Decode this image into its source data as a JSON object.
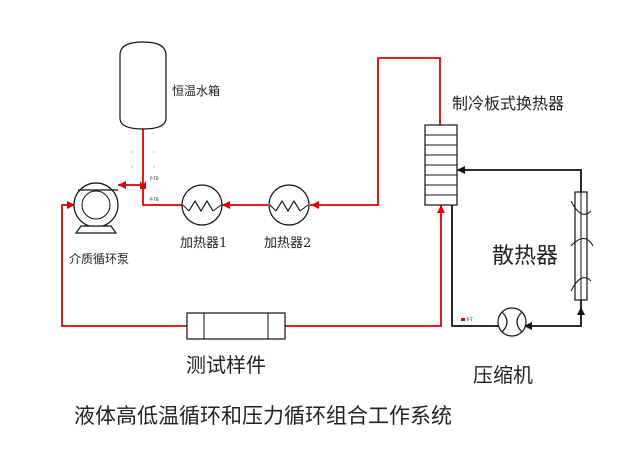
{
  "labels": {
    "tank": "恒温水箱",
    "plate_hx": "制冷板式换热器",
    "pump": "介质循环泵",
    "heater1": "加热器1",
    "heater2": "加热器2",
    "test_piece": "测试样件",
    "radiator": "散热器",
    "compressor": "压缩机",
    "caption": "液体高低温循环和压力循环组合工作系统"
  },
  "sensor_tags": {
    "pt_a": "P-TB",
    "pt_b": "P-TB",
    "pt_c": "P-T2",
    "pt_d": "P-T"
  },
  "colors": {
    "red_loop": "#e00000",
    "black_loop": "#111111"
  }
}
